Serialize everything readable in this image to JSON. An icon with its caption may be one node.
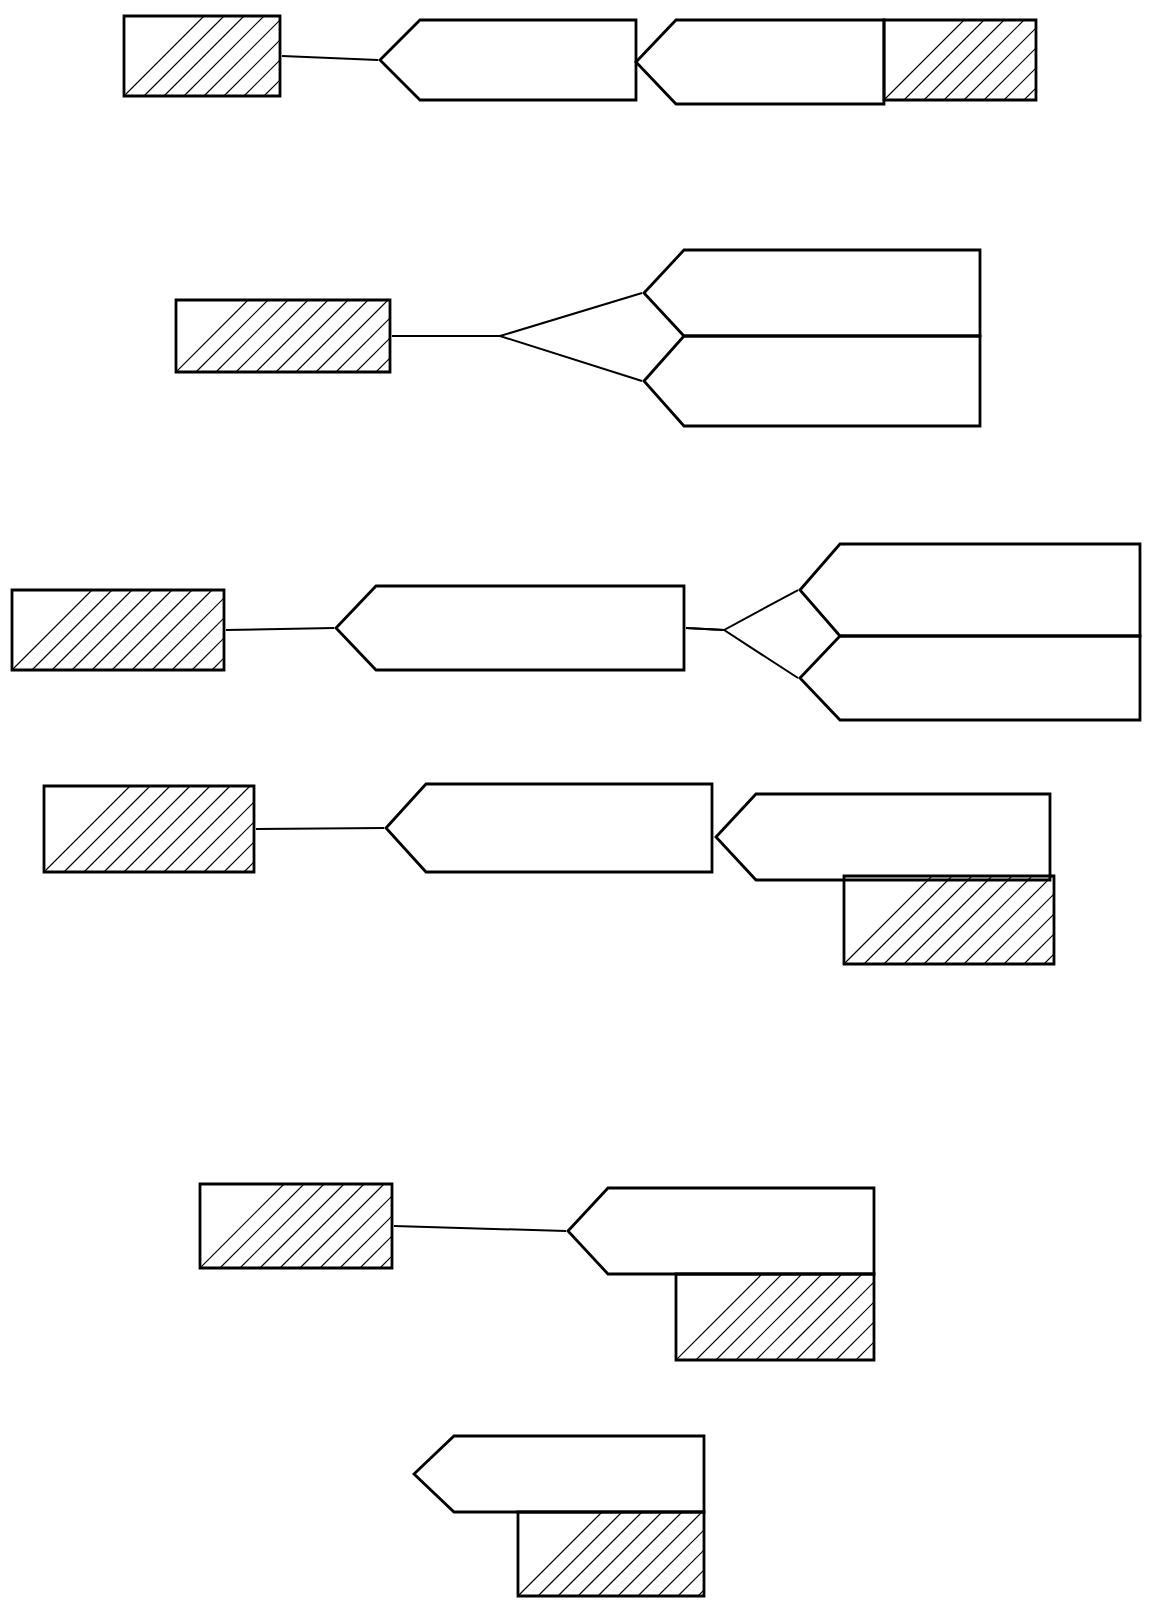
{
  "diagram": {
    "nodes": [
      {
        "text": [],
        "shape": "box"
      },
      {
        "text": [],
        "shape": "pentagon"
      },
      {
        "text": [],
        "shape": "pentagon"
      },
      {
        "text": [],
        "shape": "box"
      },
      {
        "text": [],
        "shape": "box"
      },
      {
        "text": [],
        "shape": "pentagon"
      },
      {
        "text": [],
        "shape": "pentagon"
      },
      {
        "text": [],
        "shape": "box"
      },
      {
        "text": [],
        "shape": "pentagon"
      },
      {
        "text": [],
        "shape": "pentagon"
      },
      {
        "text": [],
        "shape": "pentagon"
      },
      {
        "text": [],
        "shape": "box"
      },
      {
        "text": [],
        "shape": "pentagon"
      },
      {
        "text": [],
        "shape": "pentagon"
      },
      {
        "text": [],
        "shape": "box"
      },
      {
        "text": [],
        "shape": "box"
      },
      {
        "text": [],
        "shape": "pentagon"
      },
      {
        "text": [],
        "shape": "box"
      },
      {
        "text": [],
        "shape": "pentagon"
      },
      {
        "text": [],
        "shape": "box"
      }
    ],
    "edges": [
      {
        "from": 0,
        "to": 1,
        "arrow": "none"
      },
      {
        "from": 4,
        "to": 5,
        "arrow": "none"
      },
      {
        "from": 4,
        "to": 6,
        "arrow": "none"
      },
      {
        "from": 7,
        "to": 8,
        "arrow": "none"
      },
      {
        "from": 8,
        "to": 9,
        "arrow": "none"
      },
      {
        "from": 8,
        "to": 10,
        "arrow": "none"
      },
      {
        "from": 11,
        "to": 12,
        "arrow": "none"
      },
      {
        "from": 15,
        "to": 16,
        "arrow": "none"
      }
    ]
  }
}
